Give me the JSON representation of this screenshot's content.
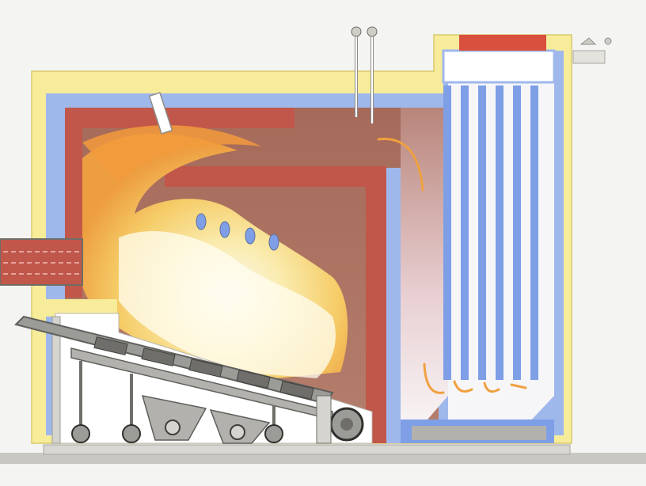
{
  "diagram": {
    "subject": "boiler-cross-section",
    "colors": {
      "background": "#f4f4f2",
      "outer_casing": "#f7ec9a",
      "water_jacket": "#9fb8ec",
      "refractory": "#c0574a",
      "furnace_gas": "#a8705f",
      "flame_outer": "#f2a040",
      "flame_inner": "#fbe48a",
      "flame_core": "#fffbe8",
      "grate_metal": "#9b9b98",
      "floor": "#c9c7c2"
    },
    "components": [
      "outer-casing",
      "water-jacket",
      "refractory-lining",
      "combustion-chamber",
      "flame",
      "fuel-feed-auger",
      "moving-grate",
      "ash-hoppers",
      "heat-exchanger-tubes",
      "top-header",
      "thermometer-probes",
      "inspection-port",
      "air-nozzles",
      "flue-outlet"
    ],
    "heat_exchanger_tube_count": 6,
    "air_nozzle_count": 4,
    "grate_roller_count": 4,
    "ash_hopper_count": 2
  }
}
